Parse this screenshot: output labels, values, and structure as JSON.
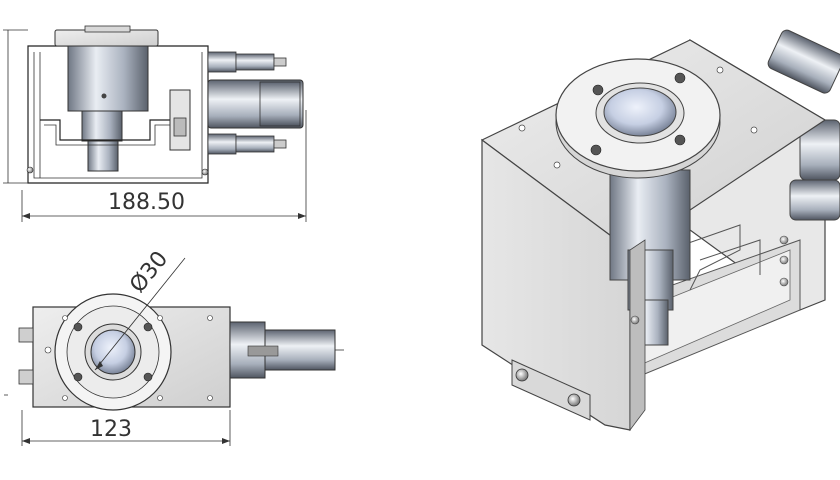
{
  "drawing": {
    "dimensions": {
      "side_width": "188.50",
      "top_width": "123",
      "diameter": "Ø30"
    }
  }
}
